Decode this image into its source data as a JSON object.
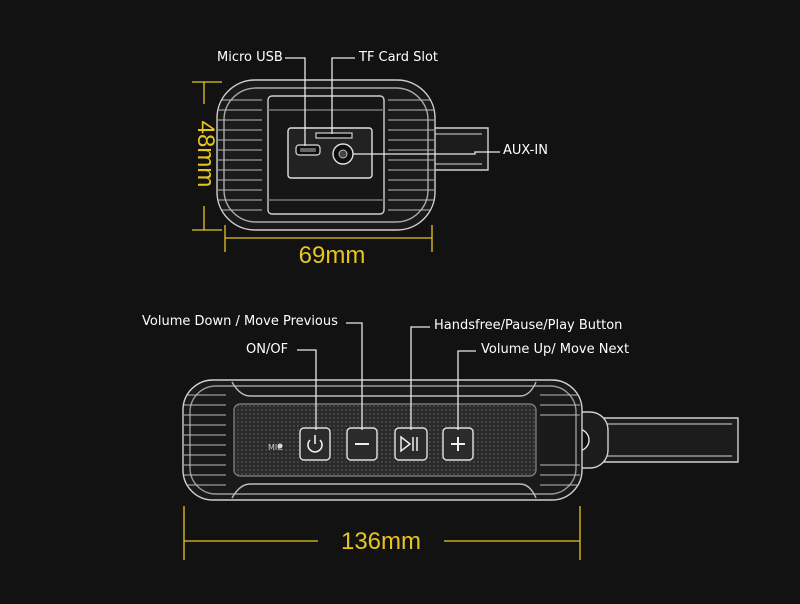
{
  "top_view": {
    "labels": {
      "micro_usb": "Micro USB",
      "tf_card_slot": "TF Card Slot",
      "aux_in": "AUX-IN"
    },
    "dimensions": {
      "height": "48mm",
      "width": "69mm"
    }
  },
  "front_view": {
    "labels": {
      "volume_down": "Volume Down / Move Previous",
      "handsfree": "Handsfree/Pause/Play Button",
      "on_off": "ON/OF",
      "volume_up": "Volume Up/ Move Next"
    },
    "dimensions": {
      "length": "136mm"
    }
  },
  "colors": {
    "background": "#121212",
    "outline": "#d8d8d8",
    "callout": "#e8e8e8",
    "dimension": "#e6c51f",
    "label": "#ffffff"
  },
  "icons": [
    "usb-port-icon",
    "tf-slot-icon",
    "aux-jack-icon",
    "mic-icon",
    "power-icon",
    "minus-icon",
    "play-pause-icon",
    "plus-icon"
  ]
}
